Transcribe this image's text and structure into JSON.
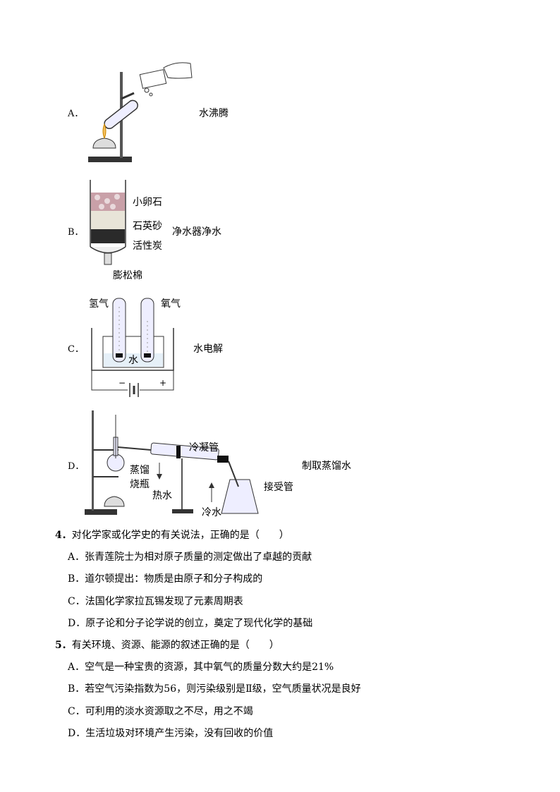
{
  "q3": {
    "options": [
      {
        "letter": "A．",
        "caption": "水沸腾"
      },
      {
        "letter": "B．",
        "caption": "净水器净水",
        "labels": [
          "小卵石",
          "石英砂",
          "活性炭",
          "膨松棉"
        ]
      },
      {
        "letter": "C．",
        "caption": "水电解",
        "labels": [
          "氢气",
          "氧气",
          "水",
          "−",
          "+"
        ]
      },
      {
        "letter": "D．",
        "caption": "制取蒸馏水",
        "labels": [
          "冷凝管",
          "蒸馏",
          "烧瓶",
          "热水",
          "冷水",
          "接受管"
        ]
      }
    ]
  },
  "q4": {
    "number": "4．",
    "stem": "对化学家或化学史的有关说法，正确的是（　　）",
    "options": [
      "A．张青莲院士为相对原子质量的测定做出了卓越的贡献",
      "B．道尔顿提出：物质是由原子和分子构成的",
      "C．法国化学家拉瓦锡发现了元素周期表",
      "D．原子论和分子论学说的创立，奠定了现代化学的基础"
    ]
  },
  "q5": {
    "number": "5．",
    "stem": "有关环境、资源、能源的叙述正确的是（　　）",
    "options": [
      "A．空气是一种宝贵的资源，其中氧气的质量分数大约是21%",
      "B．若空气污染指数为56，则污染级别是Ⅱ级，空气质量状况是良好",
      "C．可利用的淡水资源取之不尽，用之不竭",
      "D．生活垃圾对环境产生污染，没有回收的价值"
    ]
  }
}
